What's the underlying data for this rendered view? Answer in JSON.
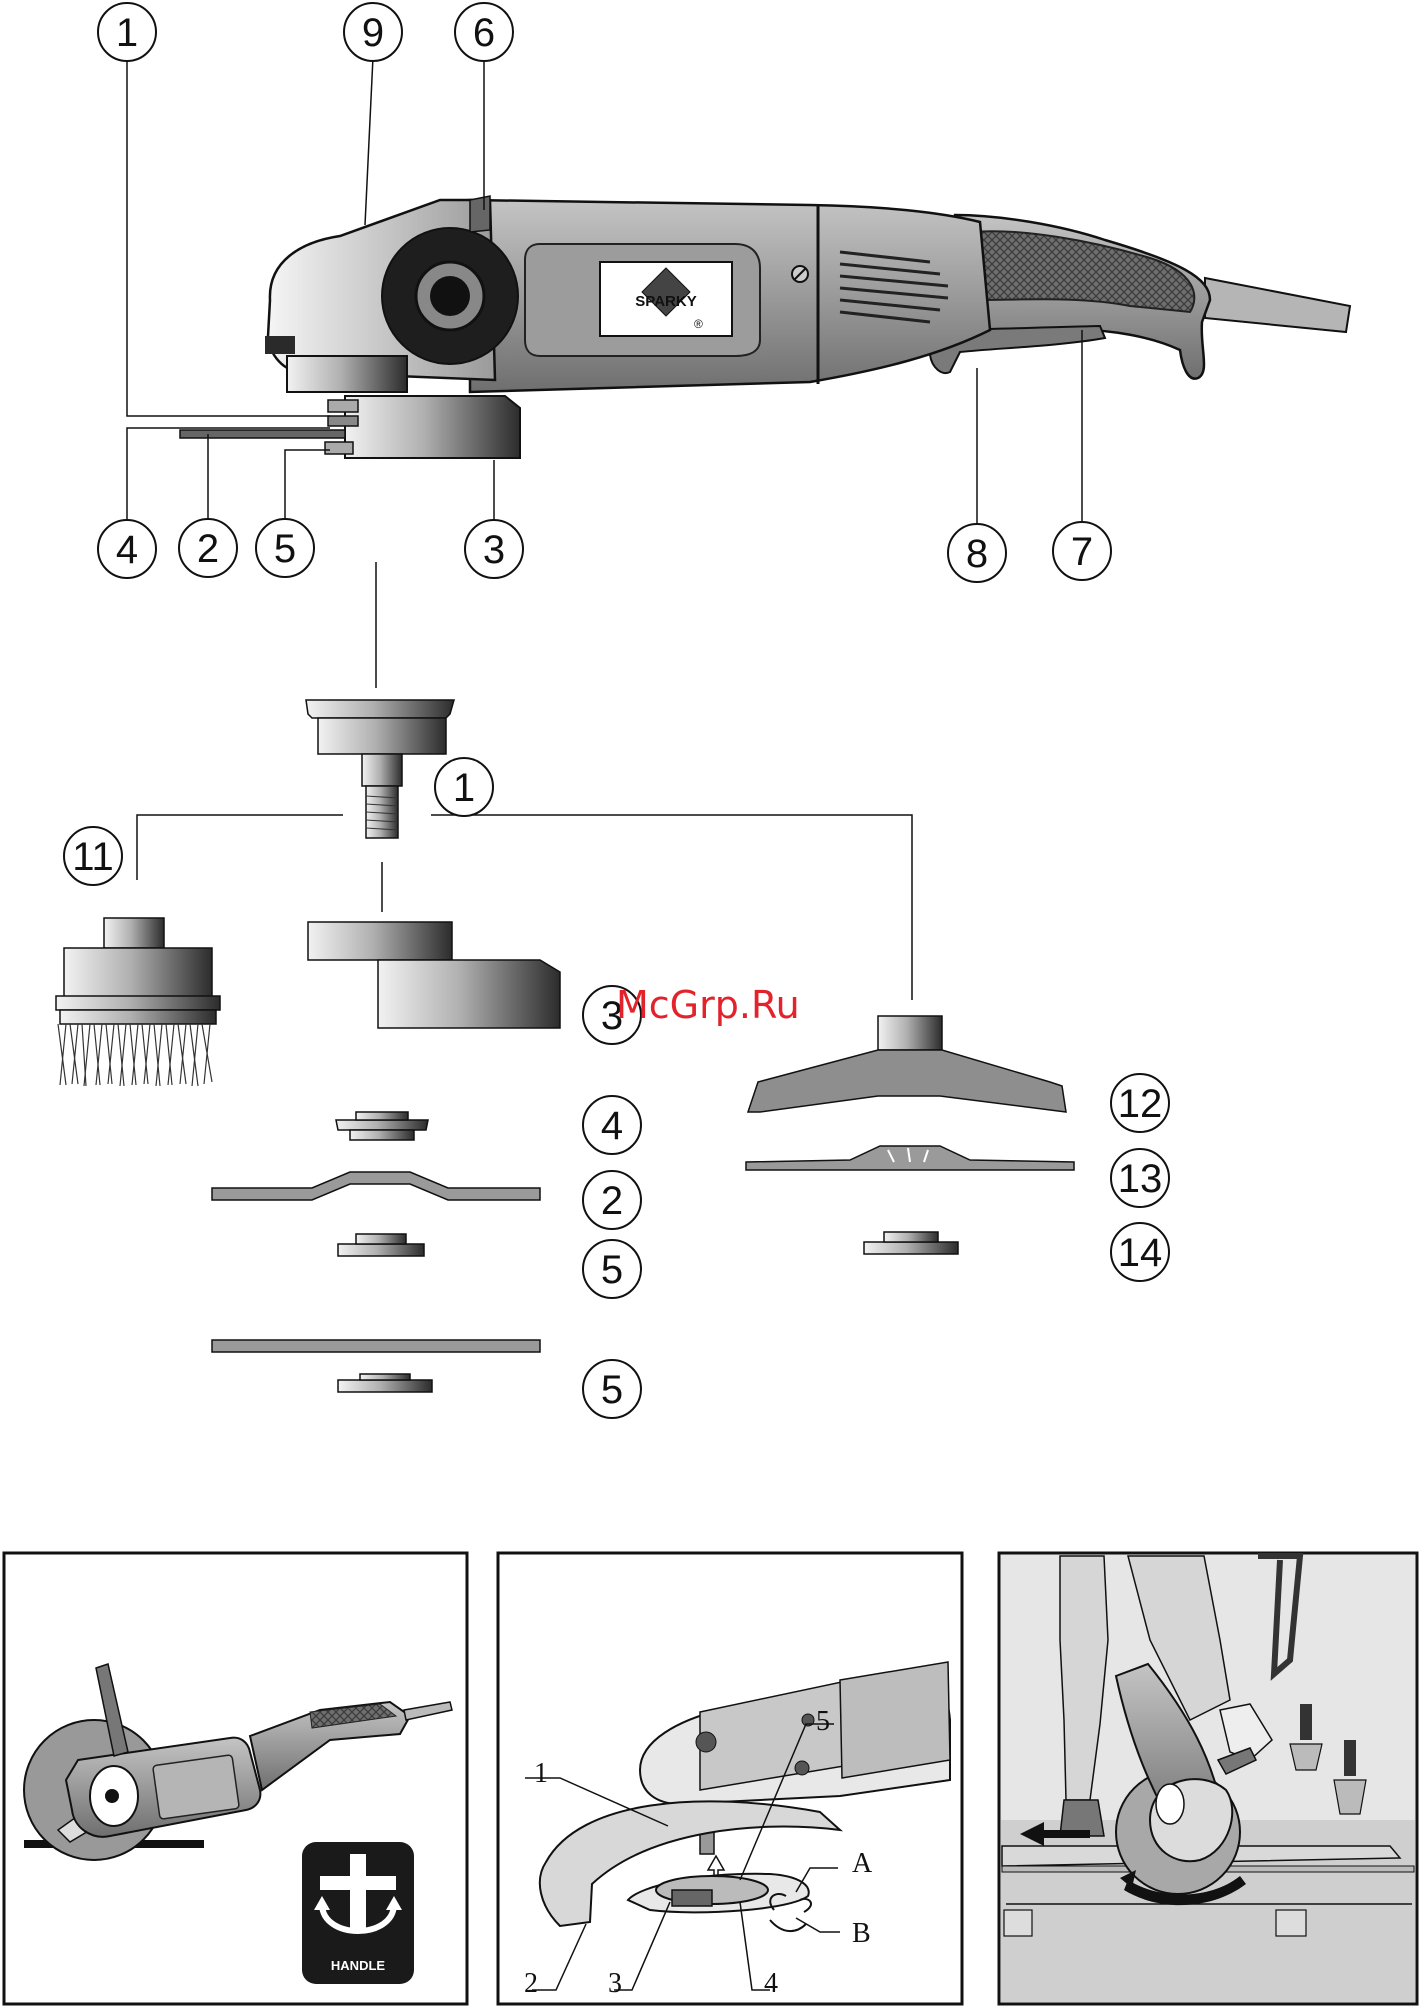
{
  "brand": {
    "logo_text": "SPARKY",
    "registered": "®"
  },
  "watermark": "McGrp.Ru",
  "callouts_main": [
    "1",
    "9",
    "6",
    "4",
    "2",
    "5",
    "3",
    "8",
    "7"
  ],
  "callouts_parts": [
    "1",
    "11",
    "3",
    "4",
    "2",
    "5",
    "5",
    "12",
    "13",
    "14"
  ],
  "panel1": {
    "icon_text": "HANDLE"
  },
  "panel2": {
    "labels": [
      "1",
      "5",
      "A",
      "B",
      "2",
      "3",
      "4"
    ]
  },
  "colors": {
    "body": "#9e9e9e",
    "dark": "#2a2a2a",
    "watermark": "#e3232c"
  }
}
